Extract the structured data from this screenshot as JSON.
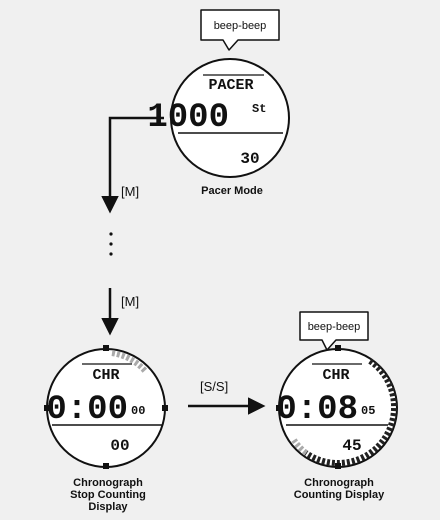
{
  "pacer": {
    "alarm": "beep-beep",
    "mode_label": "PACER",
    "value": "1000",
    "unit": "St",
    "sub_value": "30",
    "caption": "Pacer Mode"
  },
  "keys": {
    "mode_1": "[M]",
    "mode_2": "[M]",
    "start_stop": "[S/S]"
  },
  "chrono_stopped": {
    "mode_label": "CHR",
    "time_main": "0:00",
    "time_hundredths": "00",
    "lap_value": "00",
    "caption": [
      "Chronograph",
      "Stop Counting",
      "Display"
    ]
  },
  "chrono_counting": {
    "alarm": "beep-beep",
    "mode_label": "CHR",
    "time_main": "0:08",
    "time_hundredths": "05",
    "lap_value": "45",
    "caption": [
      "Chronograph",
      "Counting Display"
    ]
  }
}
